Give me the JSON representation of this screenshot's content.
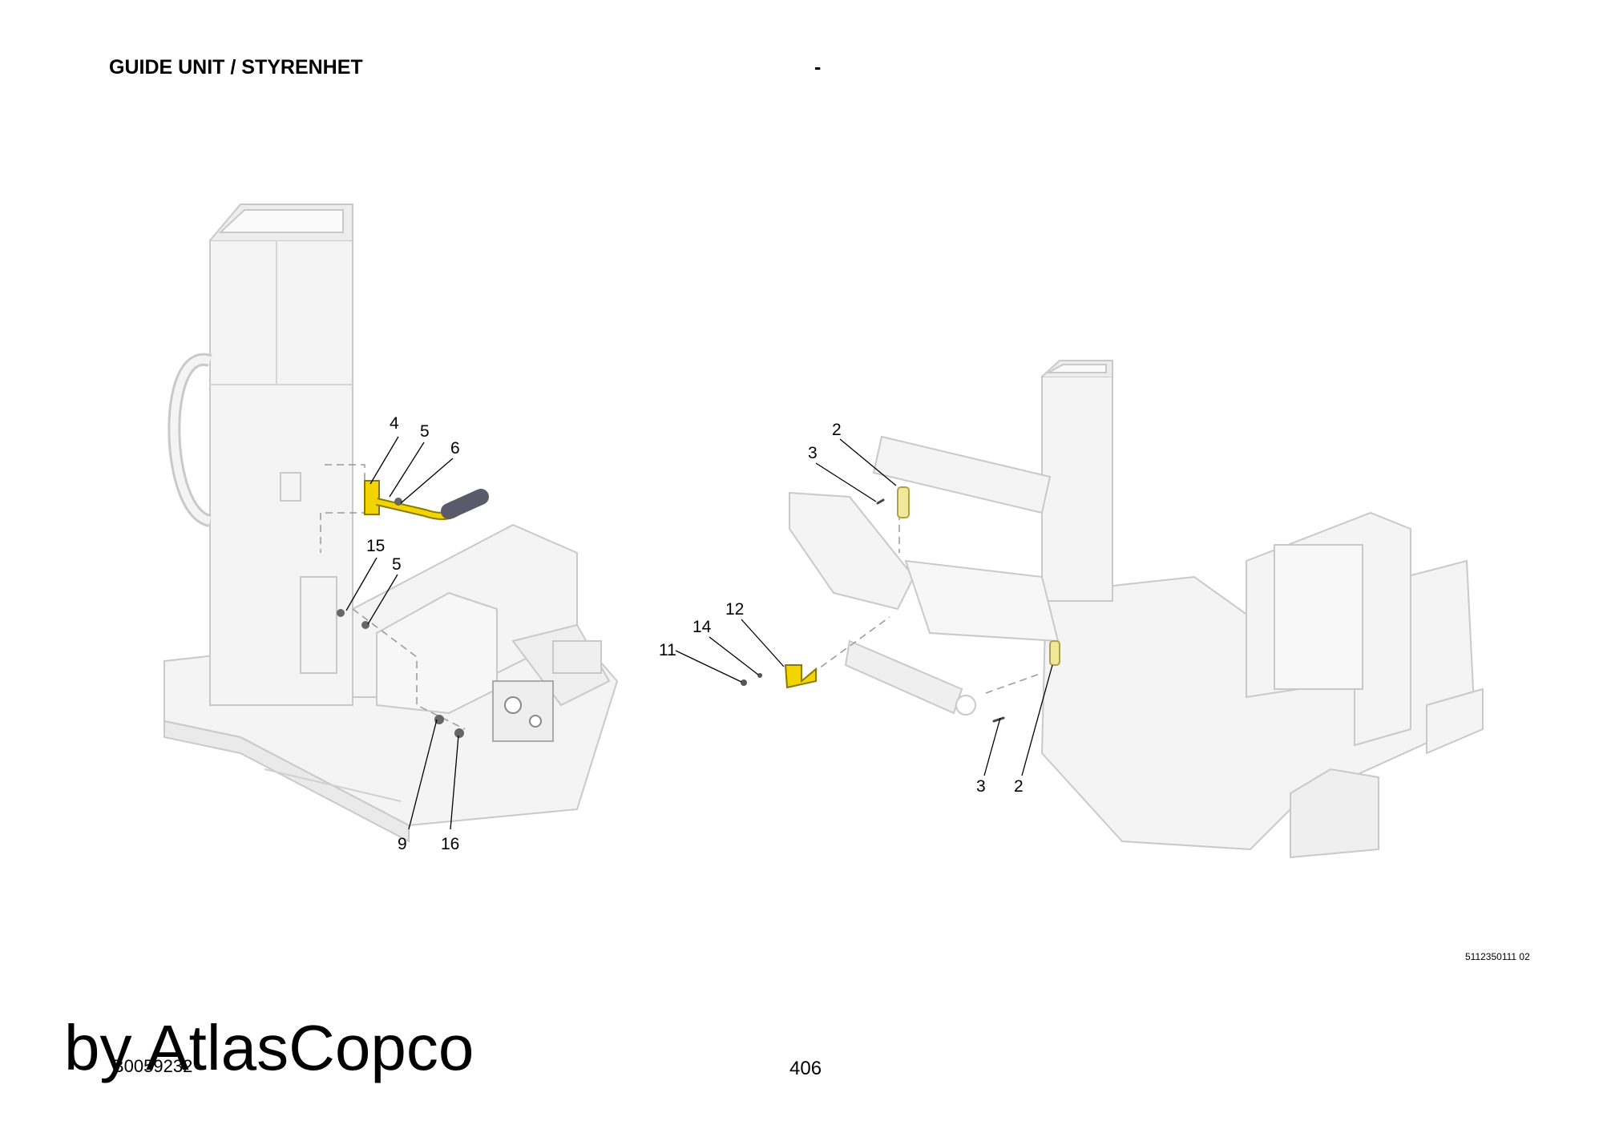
{
  "header": {
    "title": "GUIDE UNIT / STYRENHET",
    "separator": "-"
  },
  "callouts": {
    "c4": "4",
    "c5a": "5",
    "c6": "6",
    "c15": "15",
    "c5b": "5",
    "c9": "9",
    "c16": "16",
    "c2a": "2",
    "c3a": "3",
    "c12": "12",
    "c14": "14",
    "c11": "11",
    "c3b": "3",
    "c2b": "2"
  },
  "footer": {
    "drawing_ref": "5112350111 02",
    "doc_number": "B0059232",
    "watermark": "by AtlasCopco",
    "page_number": "406"
  },
  "colors": {
    "highlight": "#f2d400",
    "part_fill": "#f4f4f4",
    "part_stroke": "#c8c8c8"
  }
}
